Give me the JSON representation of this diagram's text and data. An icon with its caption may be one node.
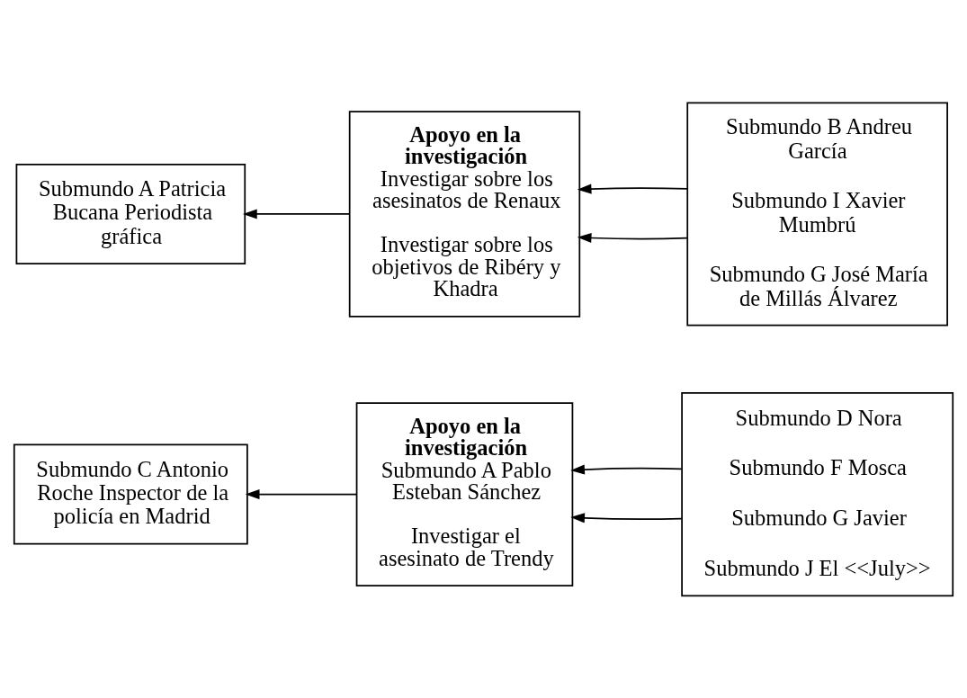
{
  "diagram": {
    "nodes": [
      {
        "text": [
          "Submundo C Antonio Roche Inspector de la policía en Madrid"
        ]
      },
      {
        "text": [
          "Apoyo en la investigación",
          "Submundo A Pablo Esteban Sánchez",
          "Investigar el asesinato de Trendy"
        ]
      },
      {
        "text": [
          "Submundo D Nora",
          "Submundo F Mosca",
          "Submundo G Javier",
          "Submundo J El <<July>>"
        ]
      },
      {
        "text": [
          "Submundo A Patricia Bucana Periodista gráfica"
        ]
      },
      {
        "text": [
          "Apoyo en la investigación",
          "Investigar sobre los asesinatos de Renaux",
          "Investigar sobre los objetivos de Ribéry y Khadra"
        ]
      },
      {
        "text": [
          "Submundo B Andreu García",
          "Submundo I Xavier Mumbrú",
          "Submundo G José María de Millás Álvarez"
        ]
      }
    ],
    "edges": [
      {
        "from": 1,
        "to": 0,
        "arrow": "to"
      },
      {
        "from": 2,
        "to": 1,
        "arrow": "to"
      },
      {
        "from": 2,
        "to": 1,
        "arrow": "to"
      },
      {
        "from": 4,
        "to": 3,
        "arrow": "to"
      },
      {
        "from": 5,
        "to": 4,
        "arrow": "to"
      },
      {
        "from": 5,
        "to": 4,
        "arrow": "to"
      }
    ]
  }
}
